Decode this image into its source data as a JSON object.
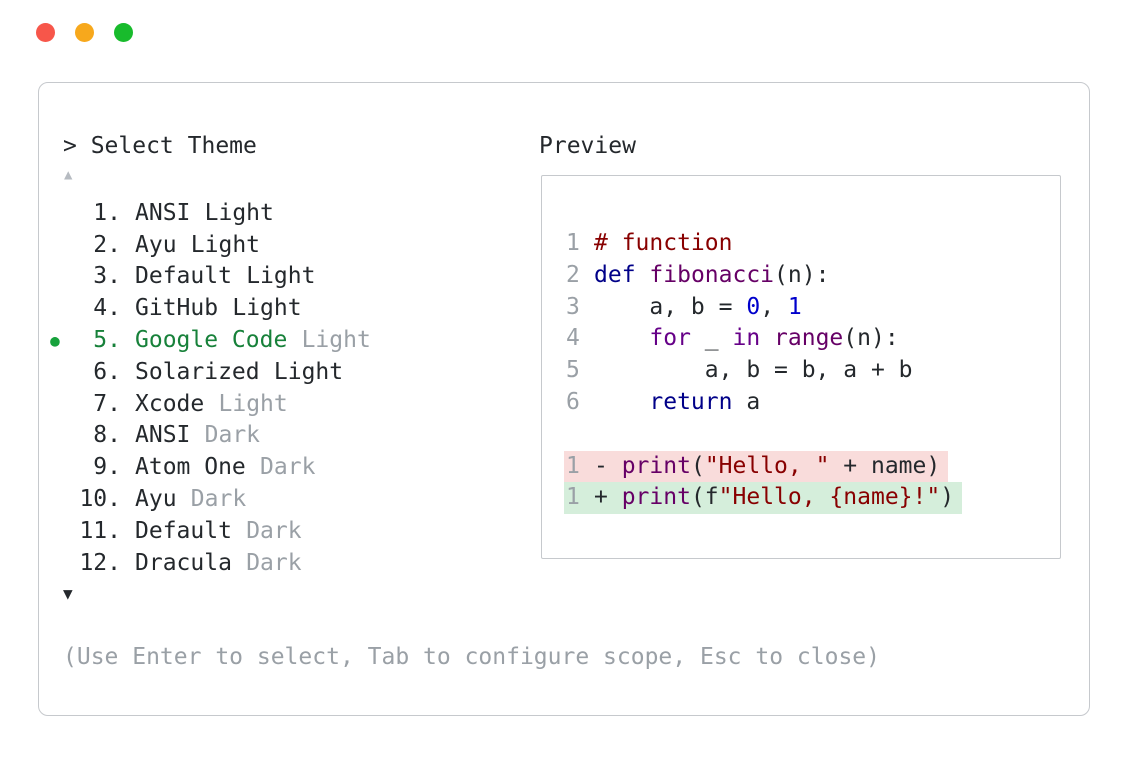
{
  "colors": {
    "ink": "#24282c",
    "dim": "#9aa0a6",
    "dim_light": "#b6bbc1",
    "border": "#c6c9cd",
    "green_text": "#17813a",
    "green_bullet": "#17a23c",
    "removed_bg": "#f9dcdb",
    "added_bg": "#d5eedb",
    "light_red": "#f7564a",
    "light_yellow": "#f7a81c",
    "light_green": "#18bb2c",
    "tok_comment": "#880000",
    "tok_keyword": "#000088",
    "tok_flow": "#660088",
    "tok_title": "#660066",
    "tok_number": "#0000cc",
    "tok_string": "#880000",
    "tok_plain": "#24282c"
  },
  "window": {
    "close_label": "close",
    "minimize_label": "minimize",
    "zoom_label": "zoom"
  },
  "selector": {
    "prompt": "> Select Theme",
    "scroll_up_glyph": "▲",
    "scroll_down_glyph": "▼",
    "help_text": "(Use Enter to select, Tab to configure scope, Esc to close)",
    "items": [
      {
        "number": "1.",
        "name": "ANSI",
        "variant": "Light",
        "selected": false,
        "variant_dim": false
      },
      {
        "number": "2.",
        "name": "Ayu",
        "variant": "Light",
        "selected": false,
        "variant_dim": false
      },
      {
        "number": "3.",
        "name": "Default",
        "variant": "Light",
        "selected": false,
        "variant_dim": false
      },
      {
        "number": "4.",
        "name": "GitHub",
        "variant": "Light",
        "selected": false,
        "variant_dim": false
      },
      {
        "number": "5.",
        "name": "Google Code",
        "variant": "Light",
        "selected": true,
        "variant_dim": true
      },
      {
        "number": "6.",
        "name": "Solarized",
        "variant": "Light",
        "selected": false,
        "variant_dim": false
      },
      {
        "number": "7.",
        "name": "Xcode",
        "variant": "Light",
        "selected": false,
        "variant_dim": true
      },
      {
        "number": "8.",
        "name": "ANSI",
        "variant": "Dark",
        "selected": false,
        "variant_dim": true
      },
      {
        "number": "9.",
        "name": "Atom One",
        "variant": "Dark",
        "selected": false,
        "variant_dim": true
      },
      {
        "number": "10.",
        "name": "Ayu",
        "variant": "Dark",
        "selected": false,
        "variant_dim": true
      },
      {
        "number": "11.",
        "name": "Default",
        "variant": "Dark",
        "selected": false,
        "variant_dim": true
      },
      {
        "number": "12.",
        "name": "Dracula",
        "variant": "Dark",
        "selected": false,
        "variant_dim": true
      }
    ]
  },
  "preview": {
    "title": "Preview",
    "code_lines": [
      {
        "num": "1",
        "tokens": [
          {
            "c": "cm",
            "t": "# function"
          }
        ]
      },
      {
        "num": "2",
        "tokens": [
          {
            "c": "kw",
            "t": "def"
          },
          {
            "c": "pl",
            "t": " "
          },
          {
            "c": "fn",
            "t": "fibonacci"
          },
          {
            "c": "pl",
            "t": "(n):"
          }
        ]
      },
      {
        "num": "3",
        "tokens": [
          {
            "c": "pl",
            "t": "    a, b = "
          },
          {
            "c": "num",
            "t": "0"
          },
          {
            "c": "pl",
            "t": ", "
          },
          {
            "c": "num",
            "t": "1"
          }
        ]
      },
      {
        "num": "4",
        "tokens": [
          {
            "c": "pl",
            "t": "    "
          },
          {
            "c": "kw2",
            "t": "for"
          },
          {
            "c": "pl",
            "t": " _ "
          },
          {
            "c": "kw2",
            "t": "in"
          },
          {
            "c": "pl",
            "t": " "
          },
          {
            "c": "fn",
            "t": "range"
          },
          {
            "c": "pl",
            "t": "(n):"
          }
        ]
      },
      {
        "num": "5",
        "tokens": [
          {
            "c": "pl",
            "t": "        a, b = b, a + b"
          }
        ]
      },
      {
        "num": "6",
        "tokens": [
          {
            "c": "pl",
            "t": "    "
          },
          {
            "c": "kw",
            "t": "return"
          },
          {
            "c": "pl",
            "t": " a"
          }
        ]
      }
    ],
    "diff_lines": [
      {
        "num": "1",
        "kind": "removed",
        "tokens": [
          {
            "c": "pl",
            "t": "- "
          },
          {
            "c": "fn",
            "t": "print"
          },
          {
            "c": "pl",
            "t": "("
          },
          {
            "c": "str",
            "t": "\"Hello, \""
          },
          {
            "c": "pl",
            "t": " + name)"
          }
        ]
      },
      {
        "num": "1",
        "kind": "added",
        "tokens": [
          {
            "c": "pl",
            "t": "+ "
          },
          {
            "c": "fn",
            "t": "print"
          },
          {
            "c": "pl",
            "t": "(f"
          },
          {
            "c": "str",
            "t": "\"Hello, {name}!\""
          },
          {
            "c": "pl",
            "t": ")"
          }
        ]
      }
    ]
  }
}
